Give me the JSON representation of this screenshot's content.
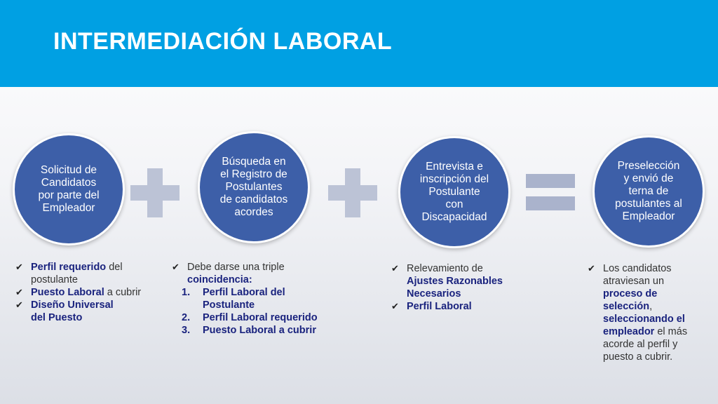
{
  "title": "INTERMEDIACIÓN LABORAL",
  "circles": [
    {
      "lines": [
        "Solicitud de",
        "Candidatos",
        "por parte del",
        "Empleador"
      ]
    },
    {
      "lines": [
        "Búsqueda en",
        "el Registro de",
        "Postulantes",
        "de candidatos",
        "acordes"
      ]
    },
    {
      "lines": [
        "Entrevista e",
        "inscripción del",
        "Postulante",
        "con",
        "Discapacidad"
      ]
    },
    {
      "lines": [
        "Preselección",
        "y envió de",
        "terna de",
        "postulantes al",
        "Empleador"
      ]
    }
  ],
  "col1": {
    "items": [
      {
        "bold": "Perfil  requerido",
        "rest": " del postulante"
      },
      {
        "bold": "Puesto Laboral",
        "rest": " a cubrir"
      },
      {
        "bold": "Diseño Universal del Puesto",
        "rest": ""
      }
    ]
  },
  "col2": {
    "intro": "Debe darse una triple ",
    "intro_bold": "coincidencia:",
    "numbered": [
      {
        "num": "1.",
        "text": "Perfil Laboral del Postulante"
      },
      {
        "num": "2.",
        "text": "Perfil Laboral requerido"
      },
      {
        "num": "3.",
        "text": "Puesto Laboral a cubrir"
      }
    ]
  },
  "col3": {
    "item1_plain": "Relevamiento de ",
    "item1_bold": "Ajustes Razonables Necesarios",
    "item2_bold": "Perfil  Laboral"
  },
  "col4": {
    "p1": "Los candidatos atraviesan un ",
    "b1": "proceso de selección",
    "p2": ", ",
    "b2": "seleccionando el empleador",
    "p3": " el más acorde al perfil y puesto a cubrir."
  },
  "icons": {
    "check": "✔",
    "plus": "plus-sign",
    "equals": "equals-sign"
  },
  "colors": {
    "header": "#00a0e3",
    "circle": "#3d5fa8",
    "accent_text": "#1a237e"
  }
}
